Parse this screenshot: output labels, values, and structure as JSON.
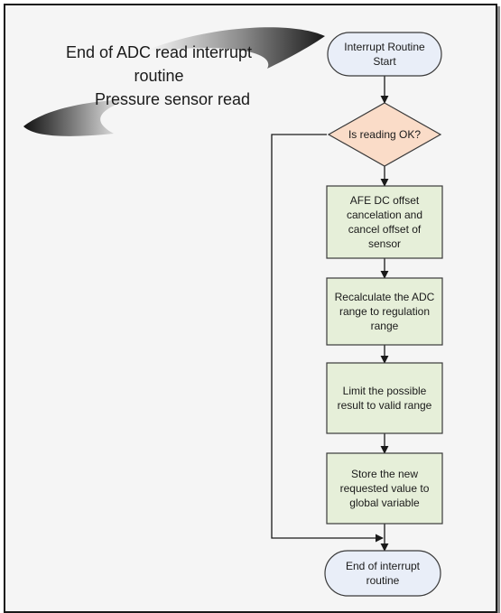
{
  "title": {
    "line1": "End of ADC read interrupt",
    "line2": "routine",
    "line3": "Pressure sensor read"
  },
  "nodes": {
    "start": "Interrupt Routine Start",
    "decision": "Is reading OK?",
    "step1": "AFE DC offset cancelation and cancel offset of sensor",
    "step2": "Recalculate the ADC range to regulation range",
    "step3": "Limit the possible result to valid range",
    "step4": "Store the new requested value to global variable",
    "end": "End of interrupt routine"
  },
  "colors": {
    "terminal_fill": "#e9eef8",
    "decision_fill": "#fadcc8",
    "process_fill": "#e6efd9",
    "stroke": "#3a3a3a",
    "background": "#f5f5f5"
  }
}
